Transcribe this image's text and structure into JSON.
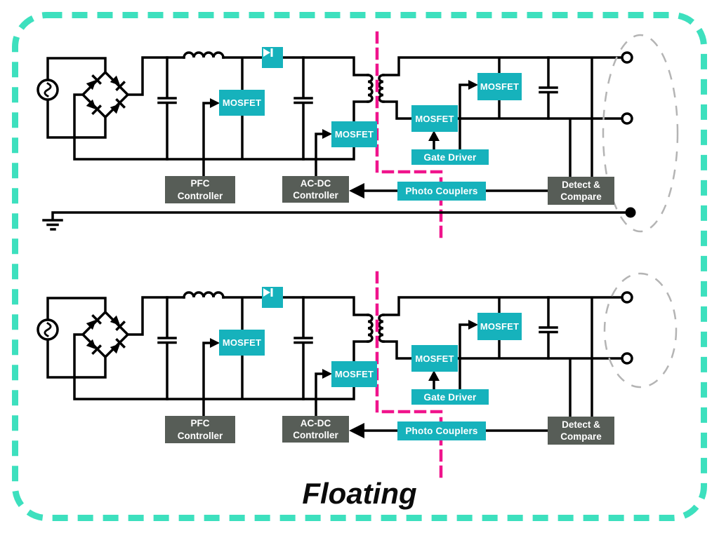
{
  "caption": "Floating",
  "boxes": {
    "mosfet": "MOSFET",
    "gate_driver": "Gate Driver",
    "photo_couplers": "Photo Couplers",
    "pfc_controller": {
      "line1": "PFC",
      "line2": "Controller"
    },
    "acdc_controller": {
      "line1": "AC-DC",
      "line2": "Controller"
    },
    "detect_compare": {
      "line1": "Detect &",
      "line2": "Compare"
    }
  },
  "icons": {
    "ac_source": "ac-source-icon",
    "bridge_rectifier": "bridge-rectifier-icon",
    "inductor": "inductor-icon",
    "capacitor": "capacitor-icon",
    "boost_diode": "diode-icon",
    "transformer": "transformer-icon",
    "earth_ground": "ground-icon",
    "output_terminal": "output-terminal-icon"
  },
  "colors": {
    "component_teal": "#16B2BC",
    "controller_gray": "#575D57",
    "wire_black": "#000000",
    "isolation_magenta": "#F0148C",
    "frame_teal": "#3DE0BE",
    "output_region_gray": "#B4B4B4"
  }
}
